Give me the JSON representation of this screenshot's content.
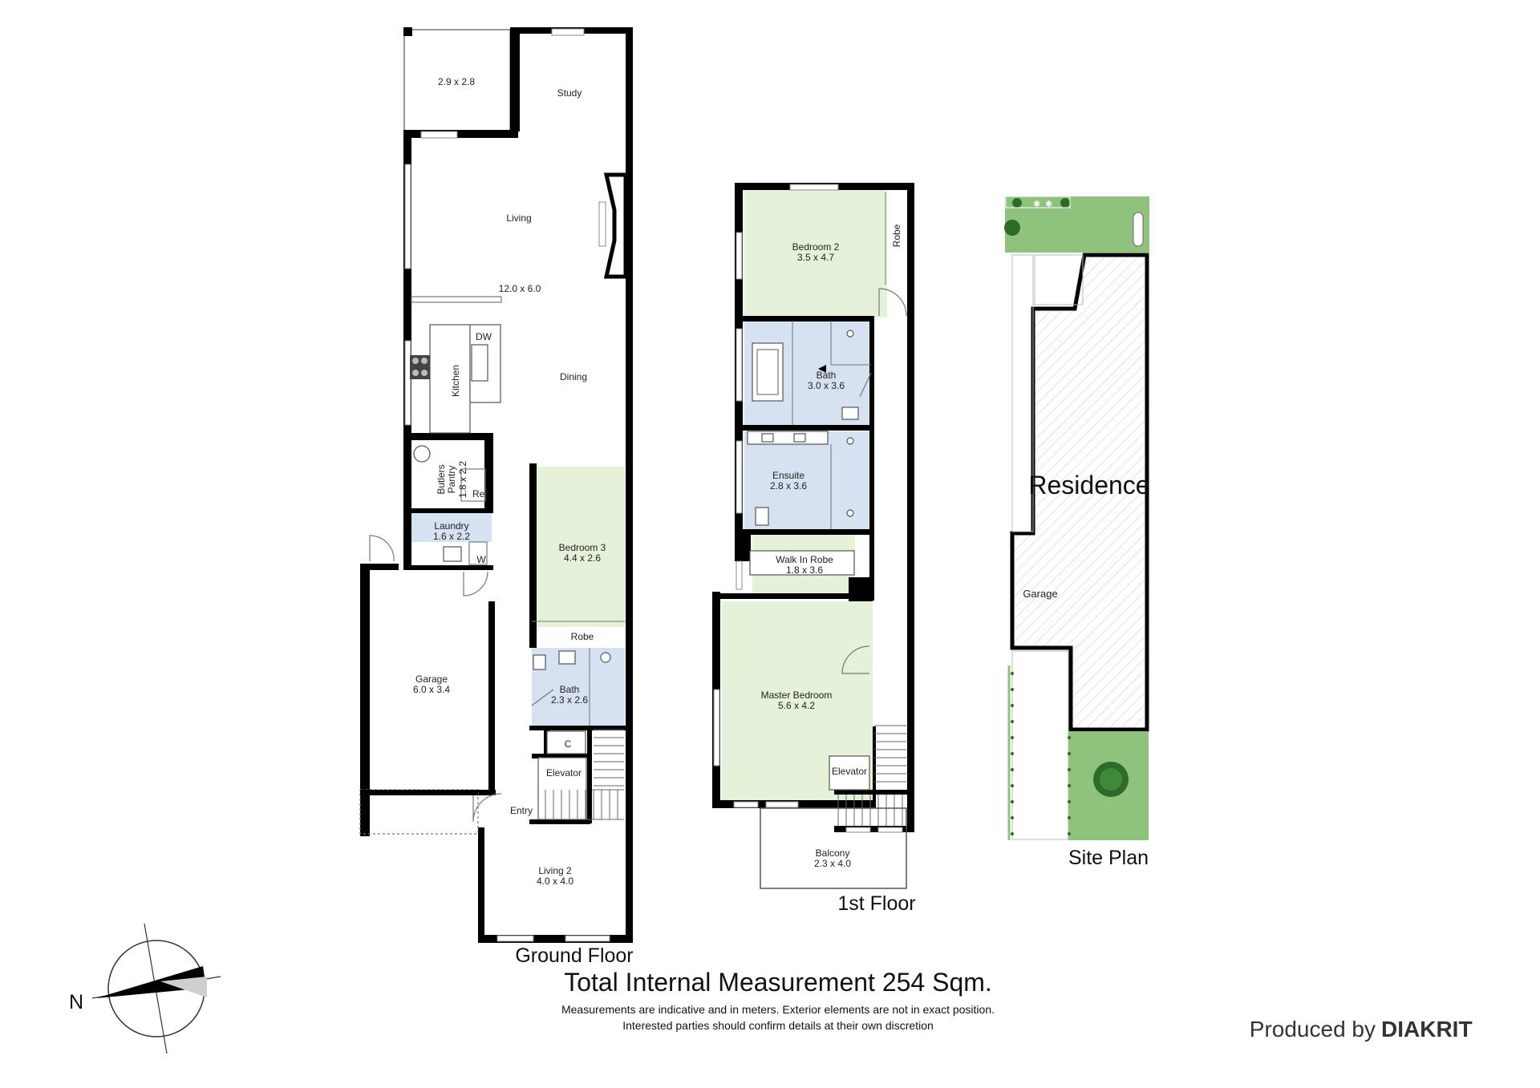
{
  "floors": {
    "ground": {
      "title": "Ground Floor",
      "rooms": {
        "courtyard": {
          "dims": "2.9 x 2.8"
        },
        "study": {
          "name": "Study"
        },
        "living": {
          "name": "Living"
        },
        "living_dims": {
          "dims": "12.0 x 6.0"
        },
        "kitchen": {
          "name": "Kitchen"
        },
        "dw": {
          "name": "DW"
        },
        "dining": {
          "name": "Dining"
        },
        "butlers_pantry": {
          "name": "Butlers Pantry",
          "line1": "Butlers",
          "line2": "Pantry",
          "dims": "1.8 x 2.2"
        },
        "ref": {
          "name": "Ref."
        },
        "laundry": {
          "name": "Laundry",
          "dims": "1.6 x 2.2"
        },
        "w": {
          "name": "W"
        },
        "bedroom3": {
          "name": "Bedroom 3",
          "dims": "4.4 x 2.6"
        },
        "robe": {
          "name": "Robe"
        },
        "garage": {
          "name": "Garage",
          "dims": "6.0 x 3.4"
        },
        "bath": {
          "name": "Bath",
          "dims": "2.3 x 2.6"
        },
        "cupboard": {
          "name": "C"
        },
        "elevator": {
          "name": "Elevator"
        },
        "entry": {
          "name": "Entry"
        },
        "living2": {
          "name": "Living 2",
          "dims": "4.0 x 4.0"
        }
      }
    },
    "first": {
      "title": "1st Floor",
      "rooms": {
        "bedroom2": {
          "name": "Bedroom 2",
          "dims": "3.5 x 4.7"
        },
        "robe": {
          "name": "Robe"
        },
        "bath": {
          "name": "Bath",
          "dims": "3.0 x 3.6"
        },
        "ensuite": {
          "name": "Ensuite",
          "dims": "2.8 x 3.6"
        },
        "walk_in_robe": {
          "name": "Walk In Robe",
          "dims": "1.8 x 3.6"
        },
        "master_bedroom": {
          "name": "Master Bedroom",
          "dims": "5.6 x 4.2"
        },
        "elevator": {
          "name": "Elevator"
        },
        "balcony": {
          "name": "Balcony",
          "dims": "2.3 x 4.0"
        }
      }
    }
  },
  "site_plan": {
    "title": "Site Plan",
    "residence": "Residence",
    "garage": "Garage"
  },
  "compass": {
    "north": "N"
  },
  "footer": {
    "total": "Total Internal Measurement 254 Sqm.",
    "note1": "Measurements are indicative and in meters. Exterior elements are not in exact position.",
    "note2": "Interested parties should confirm details at their own discretion"
  },
  "brand": {
    "produced_by": "Produced by",
    "name": "DIAKRIT"
  },
  "colors": {
    "green_room": "#e6f1d9",
    "blue_room": "#d6e2f1",
    "wall": "#000000",
    "site_green": "#8fc27c"
  }
}
